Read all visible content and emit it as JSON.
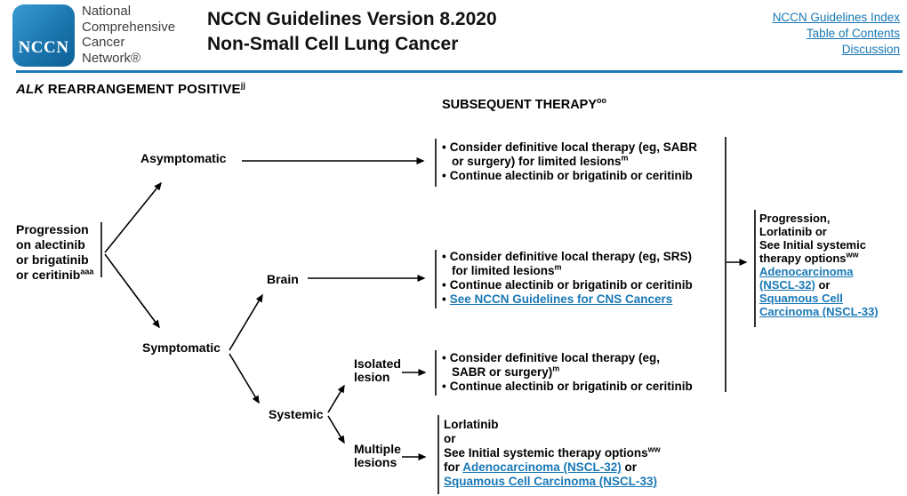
{
  "bullet": "•",
  "colors": {
    "link": "#1878b6",
    "rule": "#1d7ab8",
    "logo_top": "#3b9bd3",
    "logo_bottom": "#0e6096"
  },
  "header": {
    "logo_text": "NCCN",
    "org_lines": [
      "National",
      "Comprehensive",
      "Cancer",
      "Network®"
    ],
    "title_line1": "NCCN Guidelines Version 8.2020",
    "title_line2": "Non-Small Cell Lung Cancer",
    "links": [
      "NCCN Guidelines Index",
      "Table of Contents",
      "Discussion"
    ]
  },
  "page": {
    "heading_italic": "ALK",
    "heading_rest": " REARRANGEMENT POSITIVE",
    "heading_sup": "jj",
    "column_heading": "SUBSEQUENT THERAPY",
    "column_heading_sup": "oo"
  },
  "nodes": {
    "progression": {
      "l1": "Progression",
      "l2": "on alectinib",
      "l3": "or brigatinib",
      "l4": "or ceritinib",
      "sup": "aaa"
    },
    "asymptomatic": "Asymptomatic",
    "symptomatic": "Symptomatic",
    "brain": "Brain",
    "systemic": "Systemic",
    "isolated": {
      "l1": "Isolated",
      "l2": "lesion"
    },
    "multiple": {
      "l1": "Multiple",
      "l2": "lesions"
    }
  },
  "boxes": {
    "asymptomatic_therapy": {
      "b1": "Consider definitive local therapy (eg, SABR",
      "b1b": "or surgery) for limited lesions",
      "b1_sup": "m",
      "b2": "Continue alectinib or brigatinib or ceritinib"
    },
    "brain_therapy": {
      "b1": "Consider definitive local therapy (eg, SRS)",
      "b1b": "for limited lesions",
      "b1_sup": "m",
      "b2": "Continue alectinib or brigatinib or ceritinib",
      "b3_link": "See NCCN Guidelines for CNS Cancers"
    },
    "isolated_therapy": {
      "b1": "Consider definitive local therapy (eg,",
      "b1b": "SABR or surgery)",
      "b1_sup": "m",
      "b2": "Continue alectinib or brigatinib or ceritinib"
    },
    "multiple_therapy": {
      "l1": "Lorlatinib",
      "l2": "or",
      "l3": "See Initial systemic therapy options",
      "l3_sup": "ww",
      "l4_pre": "for ",
      "l4_link": "Adenocarcinoma (NSCL-32)",
      "l4_post": " or",
      "l5_link": "Squamous Cell Carcinoma (NSCL-33)"
    },
    "subsequent": {
      "l1": "Progression,",
      "l2": "Lorlatinib or",
      "l3": "See Initial systemic",
      "l4": "therapy options",
      "l4_sup": "ww",
      "l5_link": "Adenocarcinoma",
      "l6_link": "(NSCL-32)",
      "l6_post": " or",
      "l7_link": "Squamous Cell",
      "l8_link": "Carcinoma (NSCL-33)"
    }
  }
}
